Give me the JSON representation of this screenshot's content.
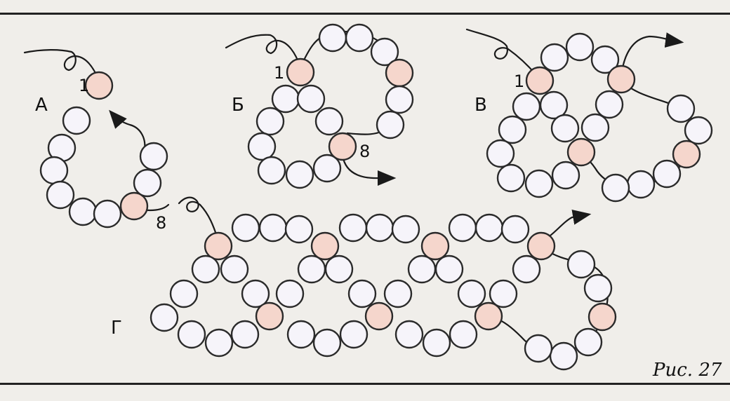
{
  "colors": {
    "background": "#f0eeea",
    "bead_plain": "#f6f4fa",
    "bead_marked": "#f5d6cc",
    "ink": "#1a1a1a"
  },
  "panels": {
    "a": {
      "label": "А",
      "start_num": "1",
      "end_num": "8"
    },
    "b": {
      "label": "Б",
      "start_num": "1",
      "end_num": "8"
    },
    "v": {
      "label": "В",
      "start_num": "1"
    },
    "g": {
      "label": "Г"
    }
  },
  "caption": "Рис. 27"
}
